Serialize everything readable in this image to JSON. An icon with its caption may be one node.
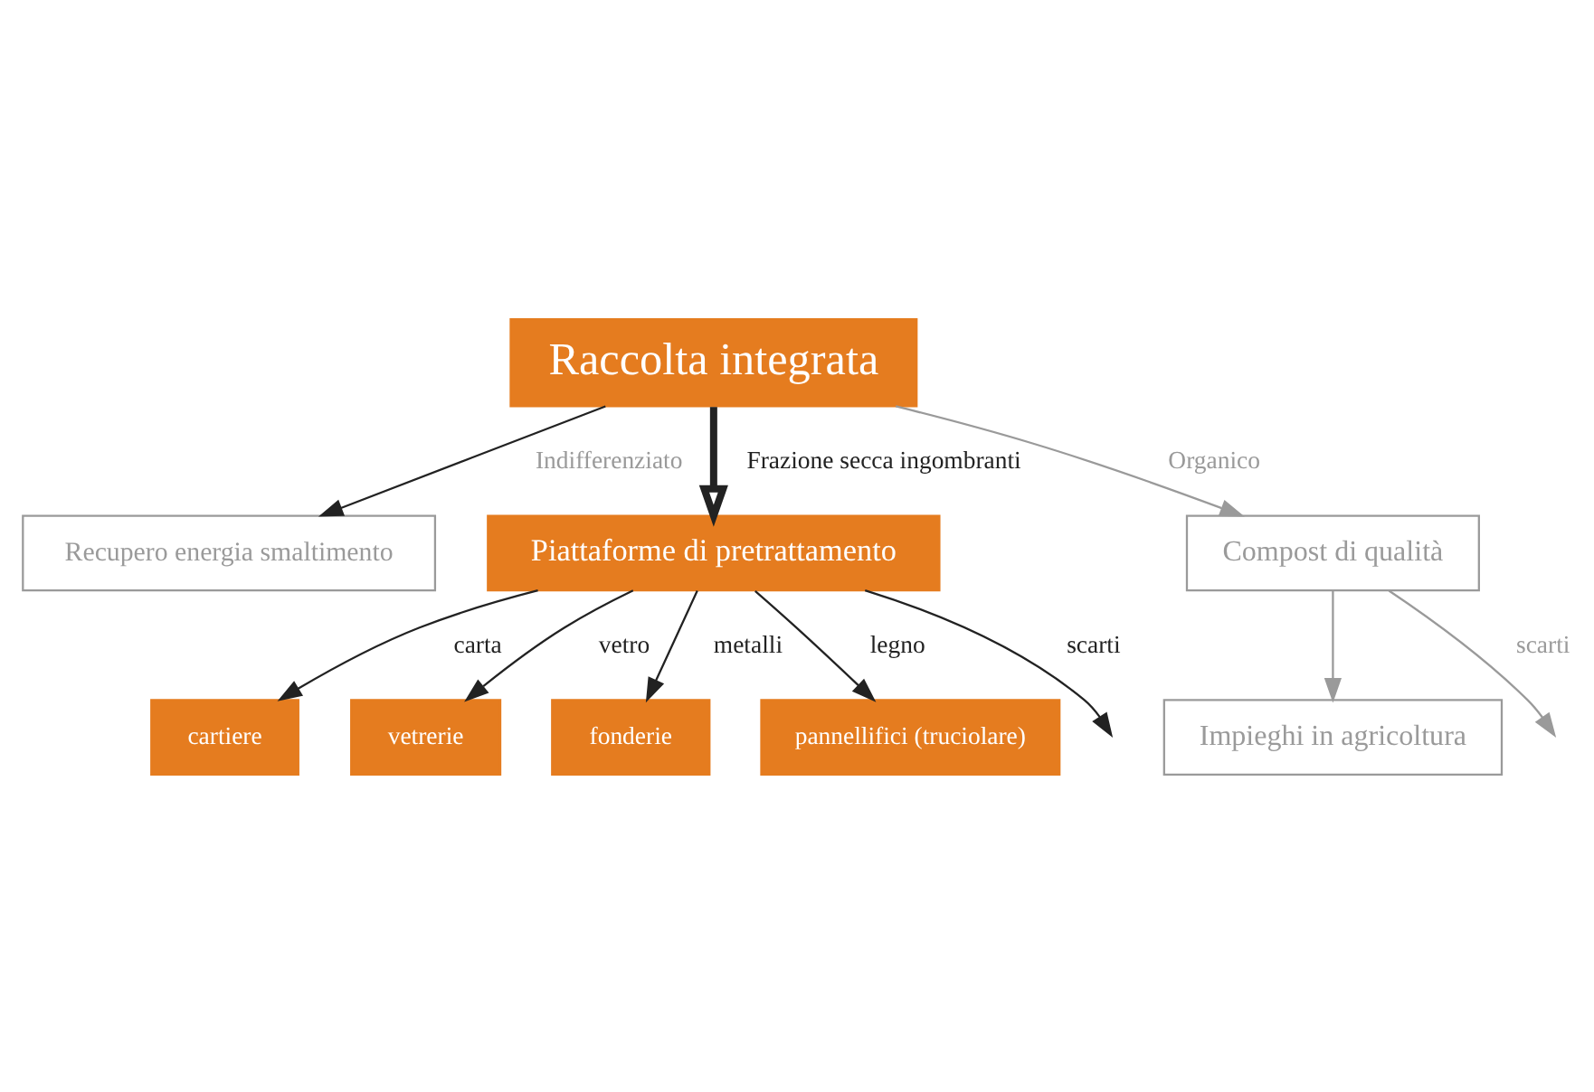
{
  "diagram": {
    "nodes": [
      {
        "text": [
          "Raccolta integrata"
        ]
      },
      {
        "text": [
          "Recupero energia smaltimento"
        ]
      },
      {
        "text": [
          "Piattaforme di pretrattamento"
        ]
      },
      {
        "text": [
          "cartiere"
        ]
      },
      {
        "text": [
          "vetrerie"
        ]
      },
      {
        "text": [
          "fonderie"
        ]
      },
      {
        "text": [
          "pannellifici (truciolare)"
        ]
      },
      {
        "text": [
          "Compost di qualità"
        ]
      },
      {
        "text": [
          "Impieghi in agricoltura"
        ]
      }
    ],
    "edges": [
      {
        "from": 0,
        "to": 1,
        "arrow": "to",
        "label": "Indifferenziato"
      },
      {
        "from": 0,
        "to": 7,
        "arrow": "to",
        "label": "Organico",
        "color": "#9a9a9a"
      },
      {
        "from": 0,
        "to": 2,
        "arrow": "to",
        "label": "Frazione secca ingombranti",
        "style": "thick"
      },
      {
        "from": 2,
        "to": 3,
        "arrow": "to",
        "label": "carta"
      },
      {
        "from": 2,
        "to": 4,
        "arrow": "to",
        "label": "vetro"
      },
      {
        "from": 2,
        "to": 5,
        "arrow": "to",
        "label": "metalli"
      },
      {
        "from": 2,
        "to": 6,
        "arrow": "to",
        "label": "legno"
      },
      {
        "from": 2,
        "to": null,
        "arrow": "to",
        "label": "scarti"
      },
      {
        "from": 7,
        "to": 8,
        "arrow": "to",
        "color": "#9a9a9a"
      },
      {
        "from": 7,
        "to": null,
        "arrow": "to",
        "label": "scarti",
        "color": "#9a9a9a"
      }
    ]
  }
}
